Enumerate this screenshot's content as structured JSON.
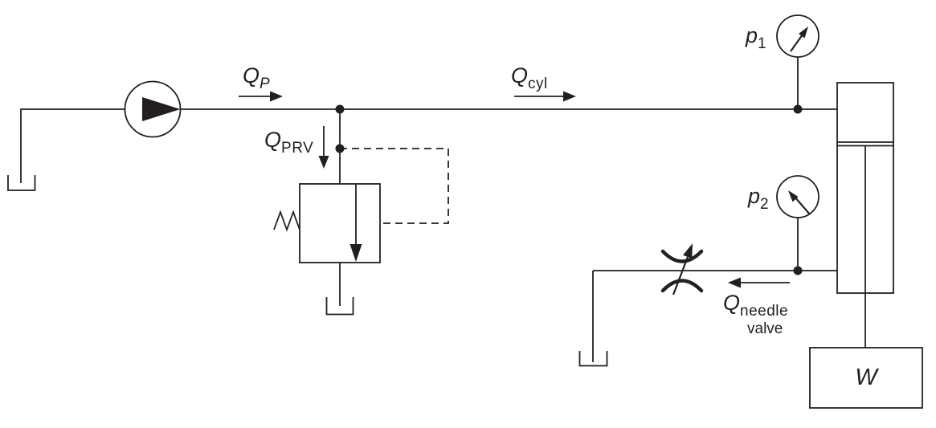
{
  "colors": {
    "stroke": "#231f20",
    "background": "#ffffff"
  },
  "labels": {
    "q_pump": {
      "main": "Q",
      "sub": "P"
    },
    "q_cyl": {
      "main": "Q",
      "sub": "cyl"
    },
    "q_prv": {
      "main": "Q",
      "sub": "PRV"
    },
    "q_needle": {
      "main": "Q",
      "sub": "needle",
      "sub_line2": "valve"
    },
    "p1": {
      "main": "p",
      "sub": "1"
    },
    "p2": {
      "main": "p",
      "sub": "2"
    },
    "weight": {
      "main": "W"
    }
  },
  "components": {
    "pump": "hydraulic-pump-icon",
    "reservoirs": [
      "tank-suction-icon",
      "tank-prv-drain-icon",
      "tank-needle-drain-icon"
    ],
    "valves": [
      "pressure-relief-valve-icon",
      "needle-valve-icon"
    ],
    "gauges": [
      "pressure-gauge-p1-icon",
      "pressure-gauge-p2-icon"
    ],
    "actuator": "hydraulic-cylinder-icon",
    "load": "weight-box"
  }
}
